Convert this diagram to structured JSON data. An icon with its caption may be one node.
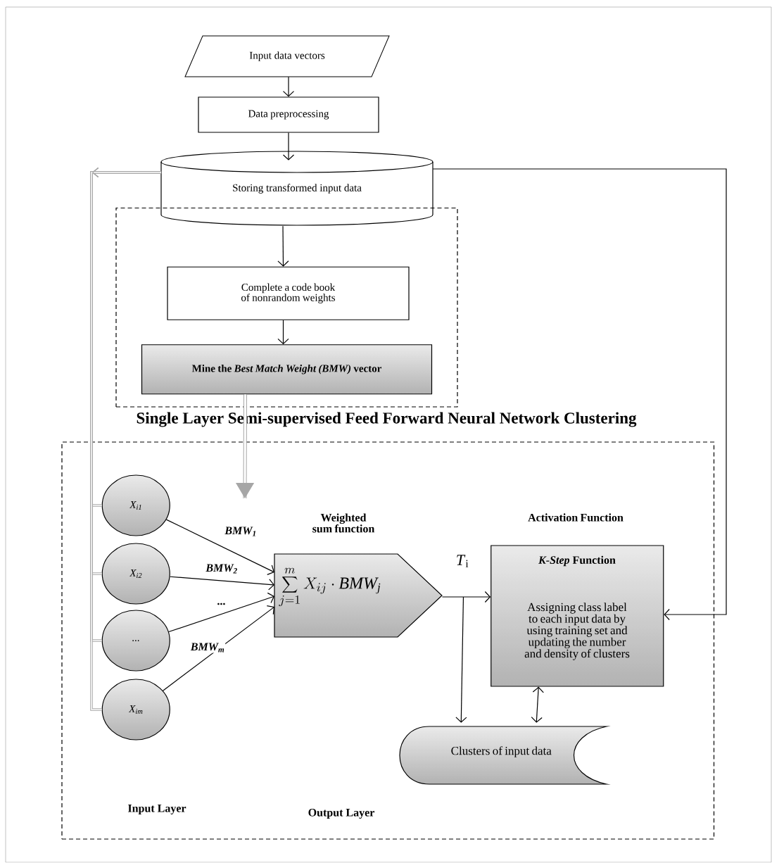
{
  "diagram": {
    "nodes": [
      {
        "text": [
          "Input data vectors"
        ]
      },
      {
        "text": [
          "Data preprocessing"
        ]
      },
      {
        "text": [
          "Storing transformed input data"
        ]
      },
      {
        "text": [],
        "shape": "box"
      },
      {
        "text": [
          "Complete a code book of nonrandom weights"
        ],
        "in": 3
      },
      {
        "text": [
          "Mine the *Best Match Weight (BMW)* vector"
        ],
        "in": 3
      },
      {
        "text": [
          "Single Layer Semi-supervised Feed Forward Neural Network Clustering"
        ]
      },
      {
        "text": [
          "X$_{i1}$"
        ],
        "in": 6
      },
      {
        "text": [
          "X$_{i2}$"
        ],
        "in": 6
      },
      {
        "text": [
          "..."
        ],
        "in": 6
      },
      {
        "text": [
          "X$_{im}$"
        ],
        "in": 6
      },
      {
        "text": [
          "\\sum_{j=1}^{m} X_{ij}\\cdot \\mathbf{\\mathit{BMW_{j}}}"
        ],
        "in": 6,
        "beside": [
          "Weighted sum function"
        ]
      },
      {
        "text": [
          "*K-Step* Function",
          "Assigning class label to each input data by using training set and updating the number and density of clusters"
        ],
        "in": 6,
        "beside": [
          "Activation Function"
        ]
      },
      {
        "text": [
          "Clusters of input data"
        ],
        "in": 6
      }
    ],
    "edges": [
      {
        "from": 0,
        "to": 1,
        "arrow": "to"
      },
      {
        "from": 1,
        "to": 2,
        "arrow": "to"
      },
      {
        "from": 2,
        "to": 4,
        "arrow": "to"
      },
      {
        "from": 4,
        "to": 5,
        "arrow": "to"
      },
      {
        "from": 5,
        "to": null,
        "arrow": "to",
        "style": "thick",
        "color": "#a6a6a6"
      },
      {
        "from": 2,
        "to": 7,
        "arrow": "to",
        "style": "thick",
        "color": "#a6a6a6"
      },
      {
        "from": 2,
        "to": 8,
        "arrow": "to",
        "style": "thick",
        "color": "#a6a6a6"
      },
      {
        "from": 2,
        "to": 9,
        "arrow": "to",
        "style": "thick",
        "color": "#a6a6a6"
      },
      {
        "from": 2,
        "to": 10,
        "arrow": "to",
        "style": "thick",
        "color": "#a6a6a6"
      },
      {
        "from": 7,
        "to": 11,
        "arrow": "to",
        "label": "BMW$_{1}$"
      },
      {
        "from": 8,
        "to": 11,
        "arrow": "to",
        "label": "BMW$_{2}$"
      },
      {
        "from": 9,
        "to": 11,
        "arrow": "to",
        "label": "..."
      },
      {
        "from": 10,
        "to": 11,
        "arrow": "to",
        "label": "BMW$_{m}$"
      },
      {
        "from": 11,
        "to": 12,
        "arrow": "to",
        "label": "*T*$_{i}$"
      },
      {
        "from": 11,
        "to": 13,
        "arrow": "to"
      },
      {
        "from": 12,
        "to": 13,
        "arrow": "both"
      },
      {
        "from": 2,
        "to": 12,
        "arrow": "to"
      }
    ],
    "labels": [
      "Input Layer",
      "Output Layer"
    ]
  }
}
